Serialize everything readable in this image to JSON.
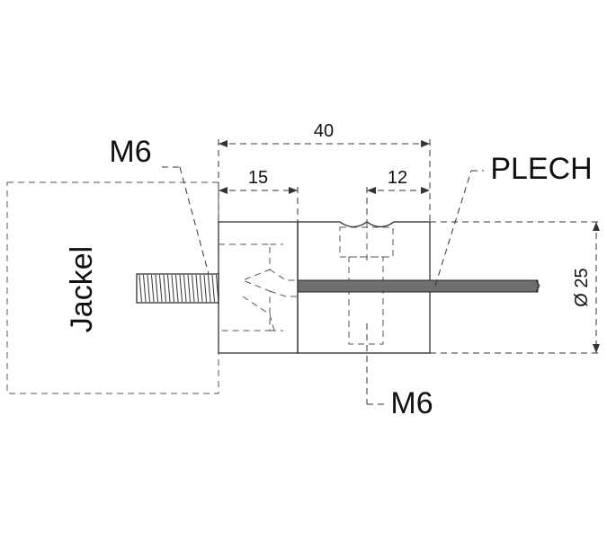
{
  "labels": {
    "jackel": "Jackel",
    "m6_top": "M6",
    "m6_bottom": "M6",
    "plech": "PLECH"
  },
  "dimensions": {
    "overall_length": "40",
    "left_part": "15",
    "slot_width": "12",
    "diameter": "Ø 25"
  },
  "colors": {
    "line": "#222222",
    "dashed": "#555555",
    "sheet": "#6e6e6e"
  }
}
